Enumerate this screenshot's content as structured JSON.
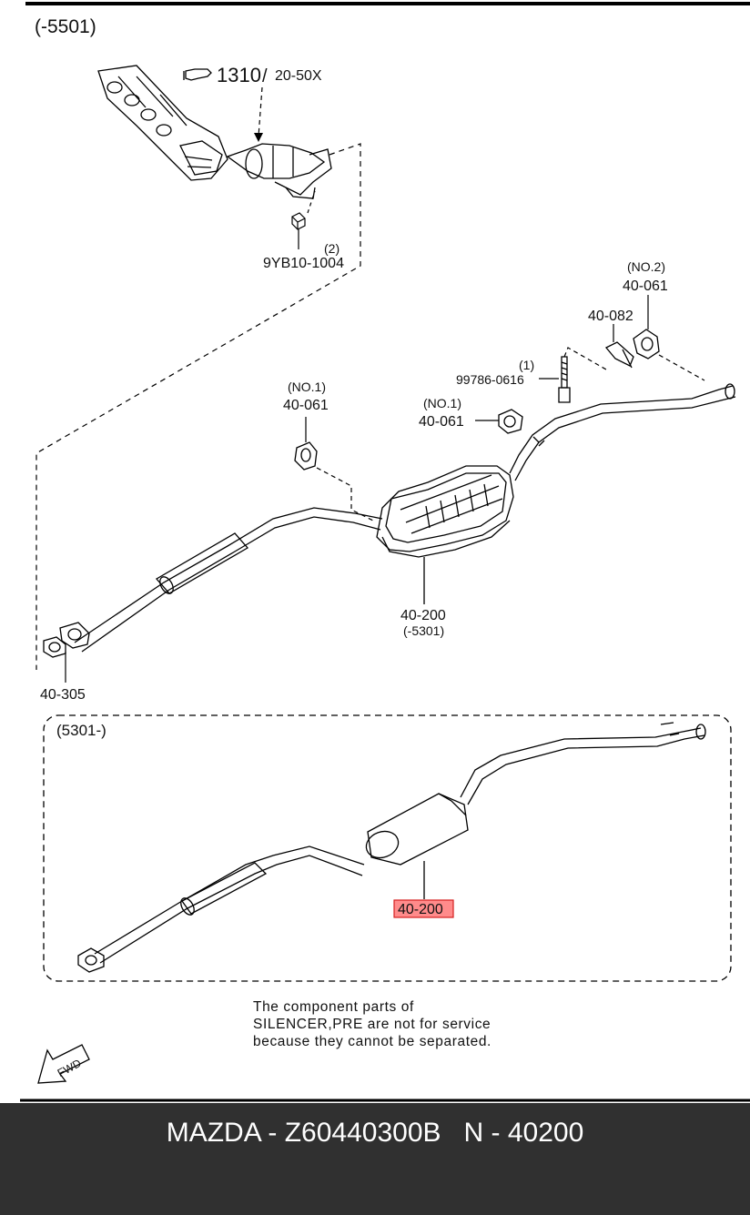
{
  "diagram": {
    "upper_section": "(-5501)",
    "lower_section": "(5301-)",
    "ref": {
      "part": "1310",
      "sub": "20-50X"
    },
    "parts": {
      "nut_qty": "(2)",
      "nut_code": "9YB10-1004",
      "hanger_no2_tag": "(NO.2)",
      "hanger_no2_code": "40-061",
      "bracket_code": "40-082",
      "bolt_qty": "(1)",
      "bolt_code": "99786-0616",
      "hanger_no1_left_tag": "(NO.1)",
      "hanger_no1_left_code": "40-061",
      "hanger_no1_mid_tag": "(NO.1)",
      "hanger_no1_mid_code": "40-061",
      "silencer_upper_code": "40-200",
      "silencer_upper_range": "(-5301)",
      "gasket_code": "40-305",
      "silencer_lower_code": "40-200"
    },
    "note_lines": [
      "The component parts of",
      "SILENCER,PRE are not for service",
      "because they cannot be separated."
    ],
    "fwd": "FWD",
    "highlight_color": "#ff5a5a"
  },
  "footer": {
    "caption": "MAZDA - Z60440300B   N - 40200",
    "background": "#303030"
  }
}
